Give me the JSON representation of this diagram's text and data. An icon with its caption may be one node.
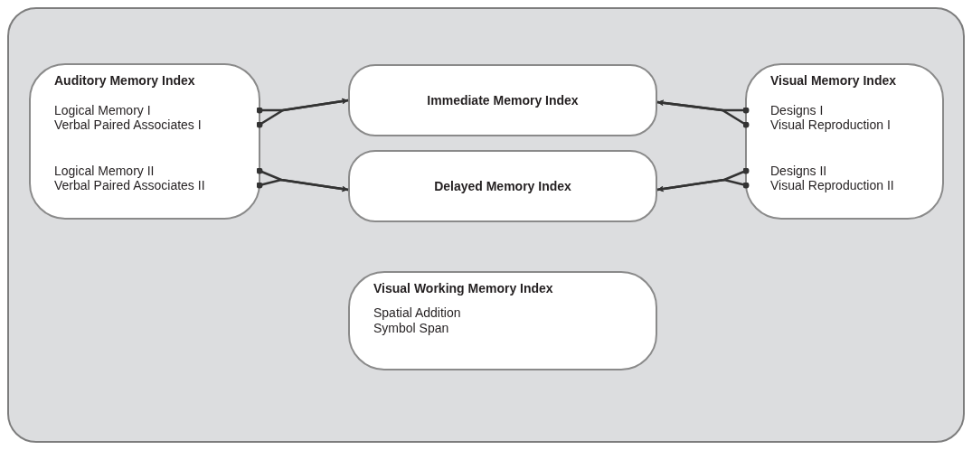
{
  "diagram": {
    "nodes": [
      {
        "text": [],
        "shape": "box"
      },
      {
        "text": [
          "Auditory Memory Index",
          "Logical Memory I",
          "Verbal Paired Associates I",
          "Logical Memory II",
          "Verbal Paired Associates II"
        ],
        "in": 0
      },
      {
        "text": [
          "Immediate Memory Index"
        ],
        "in": 0
      },
      {
        "text": [
          "Delayed Memory Index"
        ],
        "in": 0
      },
      {
        "text": [
          "Visual Memory Index",
          "Designs I",
          "Visual Reproduction I",
          "Designs II",
          "Visual Reproduction II"
        ],
        "in": 0
      },
      {
        "text": [
          "Visual Working Memory Index",
          "Spatial Addition",
          "Symbol Span"
        ],
        "in": 0
      }
    ],
    "edges": [
      {
        "from": 1,
        "to": 2,
        "arrow": "to"
      },
      {
        "from": 1,
        "to": 2,
        "arrow": "to"
      },
      {
        "from": 1,
        "to": 3,
        "arrow": "to"
      },
      {
        "from": 1,
        "to": 3,
        "arrow": "to"
      },
      {
        "from": 4,
        "to": 2,
        "arrow": "to"
      },
      {
        "from": 4,
        "to": 2,
        "arrow": "to"
      },
      {
        "from": 4,
        "to": 3,
        "arrow": "to"
      },
      {
        "from": 4,
        "to": 3,
        "arrow": "to"
      }
    ]
  }
}
